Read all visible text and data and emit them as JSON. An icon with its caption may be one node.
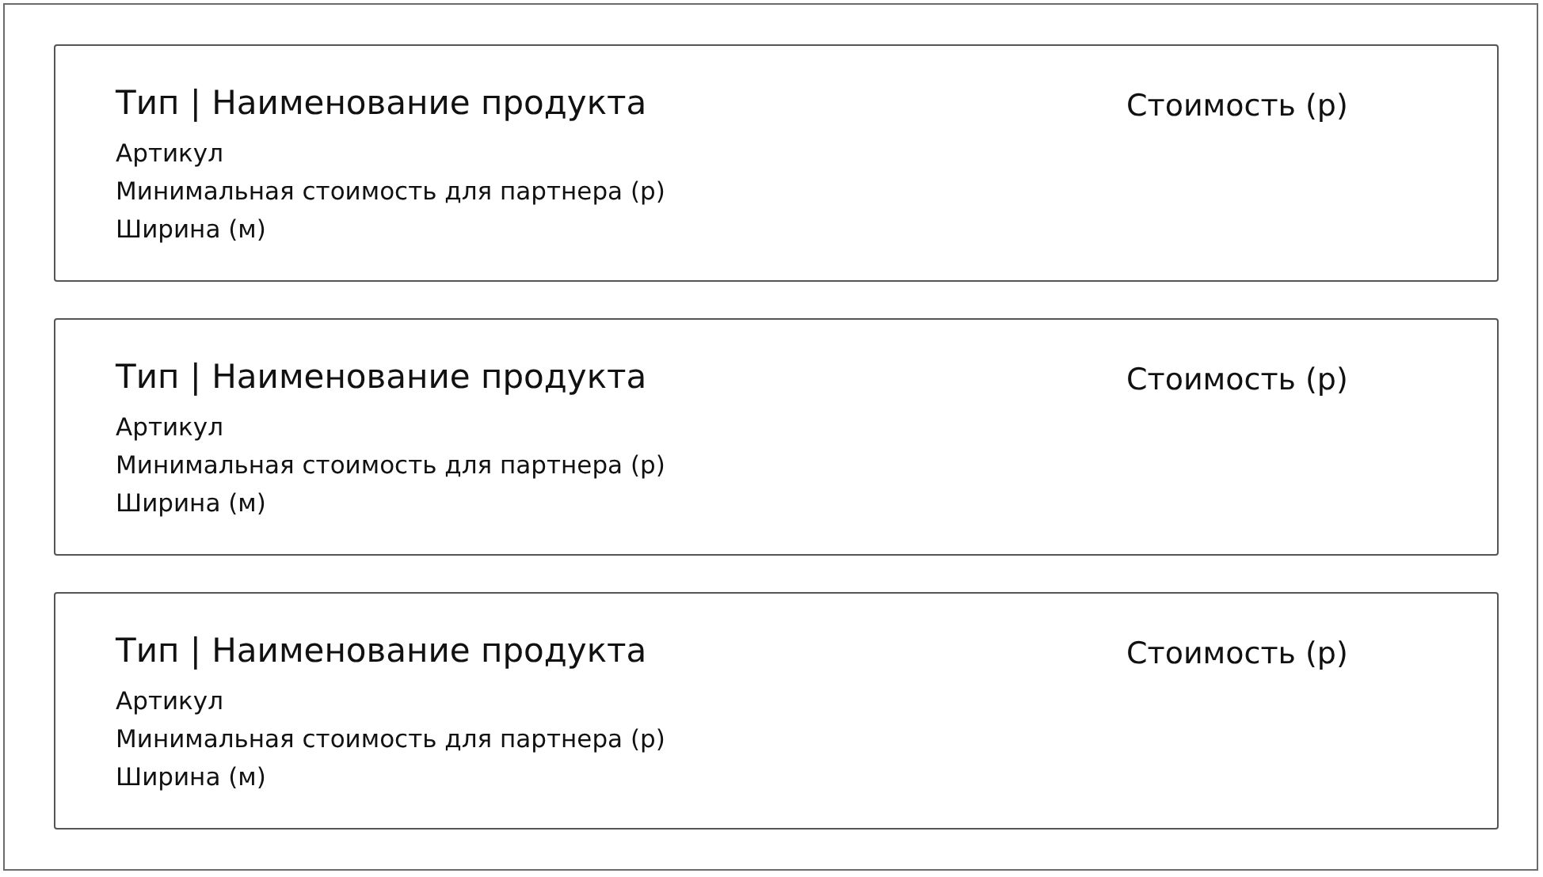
{
  "diagram": {
    "nodes": [
      {
        "text": [],
        "shape": "box"
      },
      {
        "text": [
          "Тип | Наименование продукта",
          "Артикул",
          "Минимальная стоимость для партнера (р)",
          "Ширина (м)",
          "Стоимость (р)"
        ],
        "in": 0
      },
      {
        "text": [
          "Тип | Наименование продукта",
          "Артикул",
          "Минимальная стоимость для партнера (р)",
          "Ширина (м)",
          "Стоимость (р)"
        ],
        "in": 0
      },
      {
        "text": [
          "Тип | Наименование продукта",
          "Артикул",
          "Минимальная стоимость для партнера (р)",
          "Ширина (м)",
          "Стоимость (р)"
        ],
        "in": 0
      }
    ]
  }
}
